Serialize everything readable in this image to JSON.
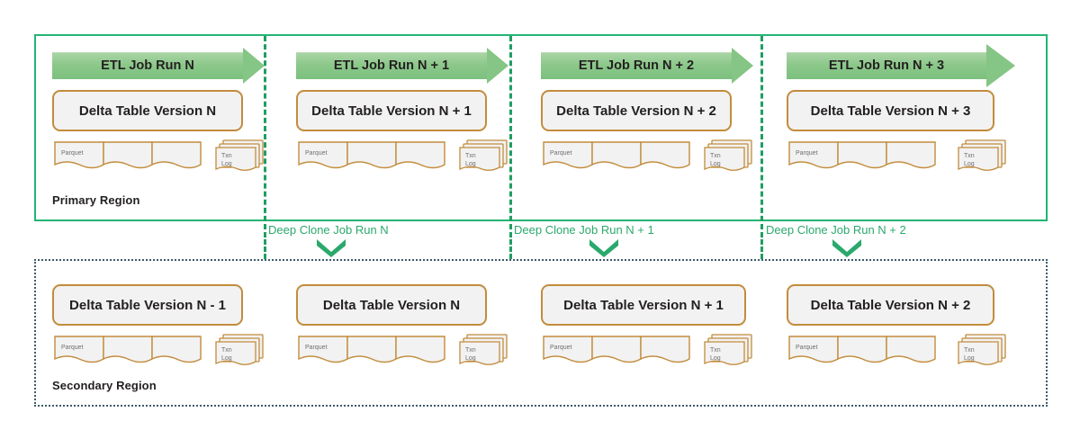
{
  "diagram": {
    "title": "Delta Lake deep clone replication across regions",
    "colors": {
      "primary_border": "#22b573",
      "secondary_border": "#3d5a6c",
      "separator": "#1f9e62",
      "arrow_green": "#85c585",
      "box_orange": "#c28c3c",
      "box_fill": "#f2f2f2",
      "clone_text": "#2aa96c",
      "label_text": "#231f20"
    },
    "primary_region": {
      "label": "Primary Region",
      "columns": [
        {
          "etl_label": "ETL Job Run N",
          "delta_label": "Delta Table Version N",
          "parquet_label": "Parquet",
          "txn_log_line1": "Txn",
          "txn_log_line2": "Log"
        },
        {
          "etl_label": "ETL Job Run N + 1",
          "delta_label": "Delta Table Version N + 1",
          "parquet_label": "Parquet",
          "txn_log_line1": "Txn",
          "txn_log_line2": "Log"
        },
        {
          "etl_label": "ETL Job Run N + 2",
          "delta_label": "Delta Table Version N + 2",
          "parquet_label": "Parquet",
          "txn_log_line1": "Txn",
          "txn_log_line2": "Log"
        },
        {
          "etl_label": "ETL Job Run N + 3",
          "delta_label": "Delta Table Version N + 3",
          "parquet_label": "Parquet",
          "txn_log_line1": "Txn",
          "txn_log_line2": "Log"
        }
      ]
    },
    "secondary_region": {
      "label": "Secondary Region",
      "columns": [
        {
          "delta_label": "Delta Table Version N - 1",
          "parquet_label": "Parquet",
          "txn_log_line1": "Txn",
          "txn_log_line2": "Log"
        },
        {
          "delta_label": "Delta Table Version N",
          "parquet_label": "Parquet",
          "txn_log_line1": "Txn",
          "txn_log_line2": "Log"
        },
        {
          "delta_label": "Delta Table Version N + 1",
          "parquet_label": "Parquet",
          "txn_log_line1": "Txn",
          "txn_log_line2": "Log"
        },
        {
          "delta_label": "Delta Table Version N + 2",
          "parquet_label": "Parquet",
          "txn_log_line1": "Txn",
          "txn_log_line2": "Log"
        }
      ]
    },
    "deep_clone_jobs": [
      {
        "label": "Deep Clone Job Run N"
      },
      {
        "label": "Deep Clone Job Run N + 1"
      },
      {
        "label": "Deep Clone Job Run N + 2"
      }
    ]
  }
}
